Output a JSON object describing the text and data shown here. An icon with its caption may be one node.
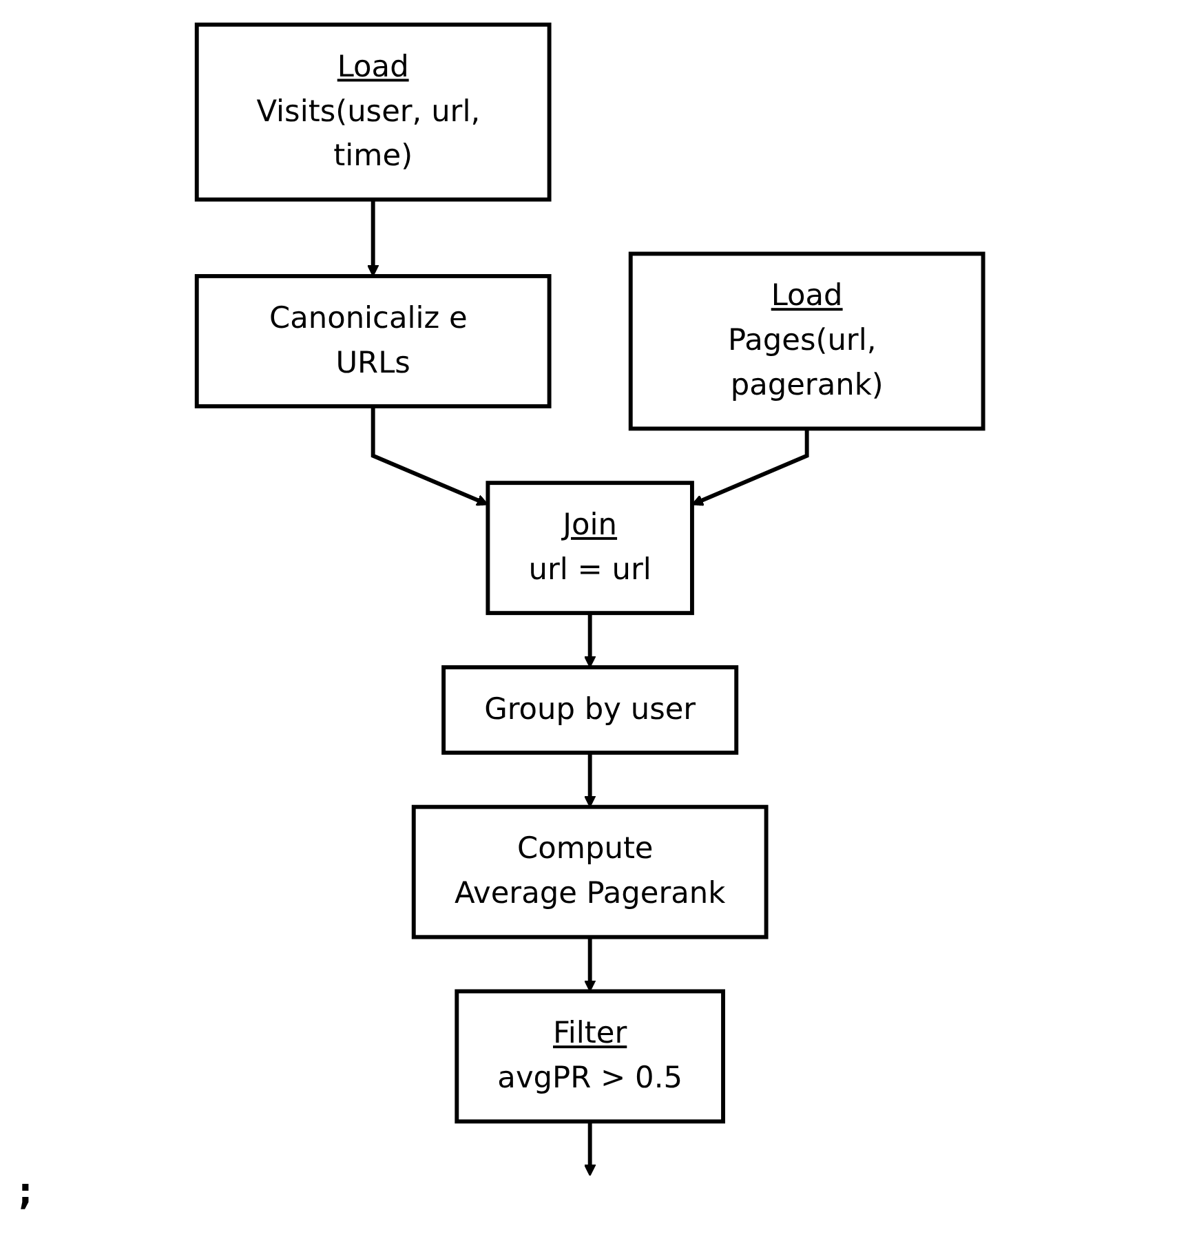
{
  "diagram": {
    "nodes": [
      {
        "text": [
          "Load",
          "Visits(user, url, time)"
        ]
      },
      {
        "text": [
          "Load",
          "Pages(url, pagerank)"
        ]
      },
      {
        "text": [
          "Canonicaliz e URLs"
        ]
      },
      {
        "text": [
          "Join",
          "url = url"
        ]
      },
      {
        "text": [
          "Group by user"
        ]
      },
      {
        "text": [
          "Compute Average Pagerank"
        ]
      },
      {
        "text": [
          "Filter",
          "avgPR > 0.5"
        ]
      }
    ],
    "edges": [
      {
        "from": 0,
        "to": 2,
        "arrow": "to"
      },
      {
        "from": 2,
        "to": 3,
        "arrow": "to"
      },
      {
        "from": 1,
        "to": 3,
        "arrow": "to"
      },
      {
        "from": 3,
        "to": 4,
        "arrow": "to"
      },
      {
        "from": 4,
        "to": 5,
        "arrow": "to"
      },
      {
        "from": 5,
        "to": 6,
        "arrow": "to"
      },
      {
        "from": 6,
        "to": null,
        "arrow": "to"
      }
    ],
    "labels": [
      ";"
    ]
  }
}
